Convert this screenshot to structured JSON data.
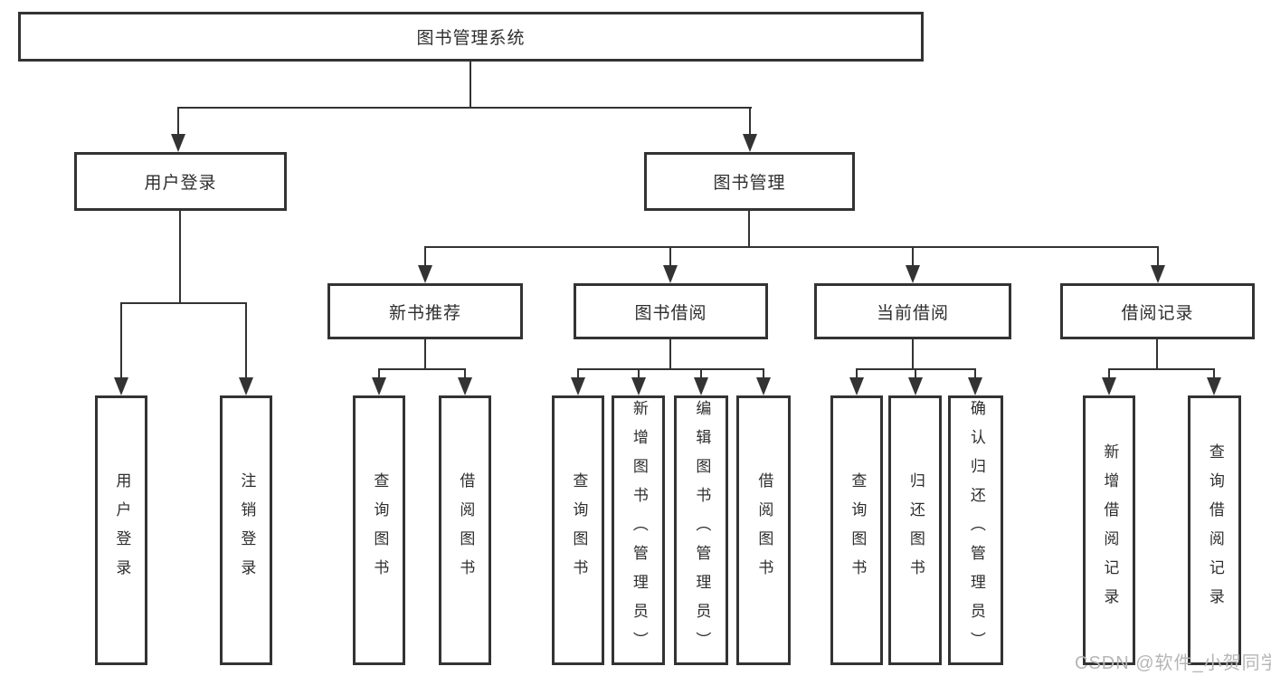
{
  "diagram": {
    "type": "hierarchy-tree",
    "root": {
      "label": "图书管理系统",
      "children": [
        {
          "label": "用户登录",
          "children": [
            {
              "label": "用户登录"
            },
            {
              "label": "注销登录"
            }
          ]
        },
        {
          "label": "图书管理",
          "children": [
            {
              "label": "新书推荐",
              "children": [
                {
                  "label": "查询图书"
                },
                {
                  "label": "借阅图书"
                }
              ]
            },
            {
              "label": "图书借阅",
              "children": [
                {
                  "label": "查询图书"
                },
                {
                  "label": "新增图书（管理员）"
                },
                {
                  "label": "编辑图书（管理员）"
                },
                {
                  "label": "借阅图书"
                }
              ]
            },
            {
              "label": "当前借阅",
              "children": [
                {
                  "label": "查询图书"
                },
                {
                  "label": "归还图书"
                },
                {
                  "label": "确认归还（管理员）"
                }
              ]
            },
            {
              "label": "借阅记录",
              "children": [
                {
                  "label": "新增借阅记录"
                },
                {
                  "label": "查询借阅记录"
                }
              ]
            }
          ]
        }
      ]
    }
  },
  "watermark": {
    "text": "CSDN @软件_小贺同学"
  },
  "colors": {
    "line": "#333333",
    "text": "#2e2e2e",
    "background": "#ffffff",
    "watermark": "#b6b6b6"
  }
}
